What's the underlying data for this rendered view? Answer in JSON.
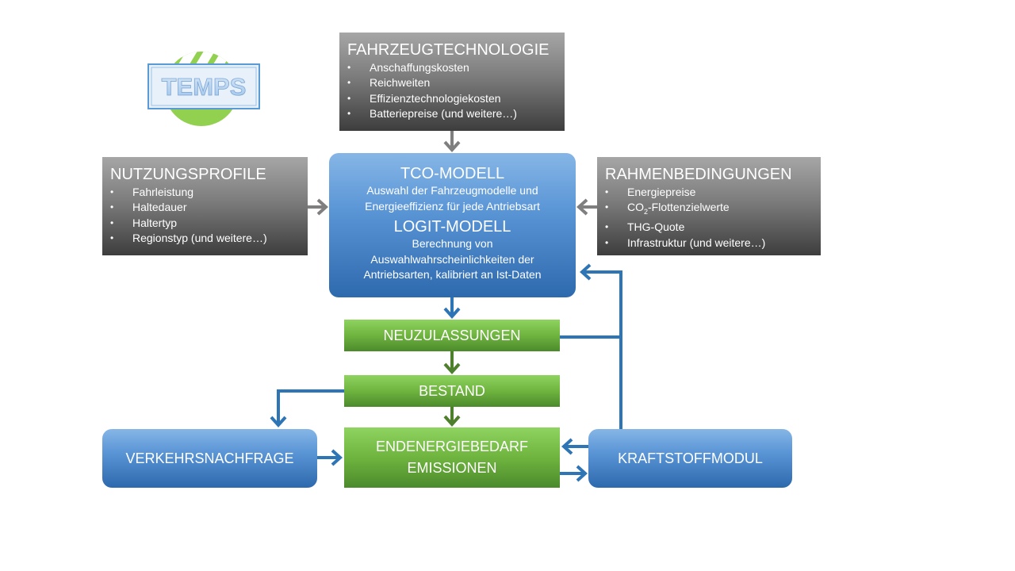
{
  "logo": {
    "text": "TEMPS"
  },
  "fahrzeugtechnologie": {
    "title": "FAHRZEUGTECHNOLOGIE",
    "items": [
      "Anschaffungskosten",
      "Reichweiten",
      "Effizienztechnologiekosten",
      "Batteriepreise (und weitere…)"
    ]
  },
  "nutzungsprofile": {
    "title": "NUTZUNGSPROFILE",
    "items": [
      "Fahrleistung",
      "Haltedauer",
      "Haltertyp",
      "Regionstyp (und weitere…)"
    ]
  },
  "rahmenbedingungen": {
    "title": "RAHMENBEDINGUNGEN",
    "items": [
      "Energiepreise",
      "THG-Quote",
      "Infrastruktur (und weitere…)"
    ],
    "co2_prefix": "CO",
    "co2_sub": "2",
    "co2_suffix": "-Flottenzielwerte"
  },
  "tco": {
    "title": "TCO-MODELL",
    "text_line1": "Auswahl der Fahrzeugmodelle und",
    "text_line2": "Energieeffizienz für jede Antriebsart",
    "logit_title": "LOGIT-MODELL",
    "logit_line1": "Berechnung von",
    "logit_line2": "Auswahlwahrscheinlichkeiten der",
    "logit_line3": "Antriebsarten, kalibriert an Ist-Daten"
  },
  "neuzulassungen": "NEUZULASSUNGEN",
  "bestand": "BESTAND",
  "endenergie": {
    "line1": "ENDENERGIEBEDARF",
    "line2": "EMISSIONEN"
  },
  "verkehrsnachfrage": "VERKEHRSNACHFRAGE",
  "kraftstoffmodul": "KRAFTSTOFFMODUL",
  "colors": {
    "gray_arrow": "#7f7f7f",
    "green_arrow": "#4e7f2c",
    "blue_arrow": "#2e75b6",
    "logo_green": "#92d050",
    "logo_box": "#5b9bd5"
  }
}
